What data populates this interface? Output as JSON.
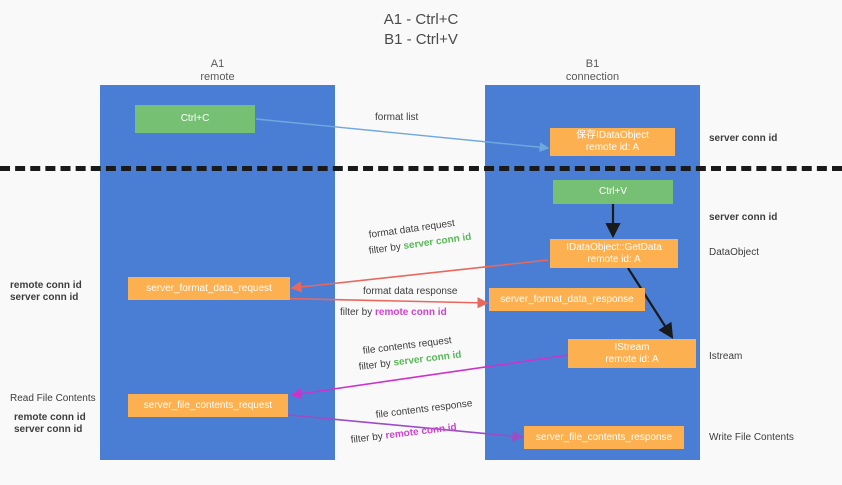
{
  "title": "A1 - Ctrl+C\nB1 - Ctrl+V",
  "columns": {
    "left": {
      "header": "A1\nremote"
    },
    "right": {
      "header": "B1\nconnection"
    }
  },
  "boxes": {
    "ctrl_c": "Ctrl+C",
    "ctrl_v": "Ctrl+V",
    "save_idataobject": "保存IDataObject\nremote id: A",
    "getdata": "IDataObject::GetData\nremote id: A",
    "istream": "IStream\nremote id: A",
    "server_format_data_request": "server_format_data_request",
    "server_format_data_response": "server_format_data_response",
    "server_file_contents_request": "server_file_contents_request",
    "server_file_contents_response": "server_file_contents_response"
  },
  "edge_labels": {
    "format_list": "format list",
    "format_data_request": "format data request",
    "format_data_request_filter_prefix": "filter by ",
    "format_data_request_filter_value": "server conn id",
    "format_data_response": "format data response",
    "format_data_response_filter_prefix": "filter by ",
    "format_data_response_filter_value": "remote conn id",
    "file_contents_request": "file contents request",
    "file_contents_request_filter_prefix": "filter by ",
    "file_contents_request_filter_value": "server conn id",
    "file_contents_response": "file contents response",
    "file_contents_response_filter_prefix": "filter by ",
    "file_contents_response_filter_value": "remote conn id"
  },
  "right_labels": {
    "server_conn_id_top": "server conn id",
    "server_conn_id_second": "server conn id",
    "dataobject": "DataObject",
    "istream": "Istream",
    "write_file_contents": "Write File Contents"
  },
  "left_labels": {
    "remote_conn_id_upper": "remote conn id",
    "server_conn_id_upper": "server conn id",
    "read_file_contents": "Read File Contents",
    "remote_conn_id_lower": "remote conn id",
    "server_conn_id_lower": "server conn id"
  },
  "colors": {
    "lane": "#4a7ed4",
    "green_box": "#76c073",
    "orange_box": "#fcb050",
    "green_text": "#57b857",
    "magenta_text": "#cc44cc",
    "blue_arrow": "#6fa8e0",
    "red_arrow": "#e8685d",
    "magenta_arrow": "#cc33cc",
    "purple_arrow": "#9b4ec4",
    "dark_arrow": "#1a1a1a"
  }
}
